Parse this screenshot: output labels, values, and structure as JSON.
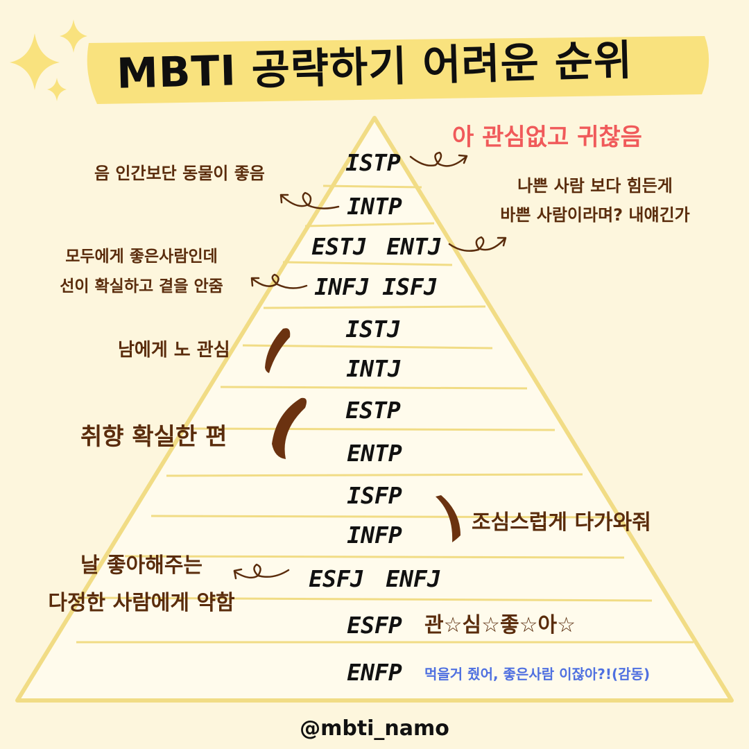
{
  "title": "MBTI 공략하기 어려운 순위",
  "handle": "@mbti_namo",
  "colors": {
    "background": "#fdf6dd",
    "highlight": "#f9e27e",
    "pyramid_fill": "#fffbec",
    "pyramid_line": "#f1dc85",
    "note_brown": "#5a2c0c",
    "note_red": "#f05a5a",
    "note_blue": "#4f70e0"
  },
  "tiers": {
    "t1": "ISTP",
    "t2": "INTP",
    "t3a": "ESTJ",
    "t3b": "ENTJ",
    "t4a": "INFJ",
    "t4b": "ISFJ",
    "t5": "ISTJ",
    "t6": "INTJ",
    "t7": "ESTP",
    "t8": "ENTP",
    "t9": "ISFP",
    "t10": "INFP",
    "t11a": "ESFJ",
    "t11b": "ENFJ",
    "t12": "ESFP",
    "t13": "ENFP"
  },
  "notes": {
    "istp": "아 관심없고 귀찮음",
    "intp": "음 인간보단 동물이 좋음",
    "estj_entj_1": "나쁜 사람 보다 힘든게",
    "estj_entj_2": "바쁜 사람이라며? 내얘긴가",
    "infj_isfj_1": "모두에게 좋은사람인데",
    "infj_isfj_2": "선이 확실하고 곁을 안줌",
    "istj_intj": "남에게 노 관심",
    "estp_entp": "취향 확실한 편",
    "isfp_infp": "조심스럽게 다가와줘",
    "esfj_enfj_1": "날 좋아해주는",
    "esfj_enfj_2": "다정한 사람에게 약함",
    "esfp": "관☆심☆좋☆아☆",
    "enfp": "먹을거 줬어, 좋은사람 이잖아?!(감동)"
  }
}
